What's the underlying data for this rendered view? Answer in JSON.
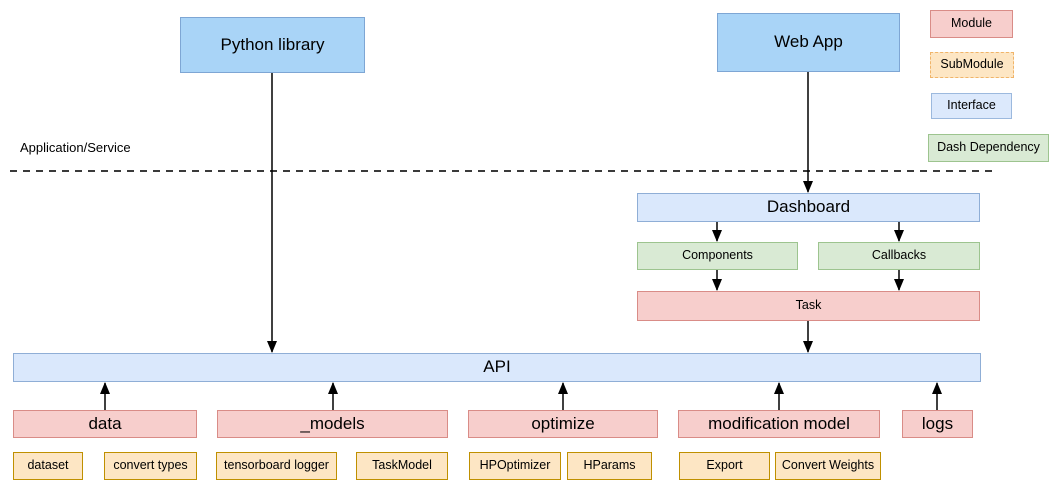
{
  "diagram": {
    "section_label": "Application/Service",
    "apps": [
      {
        "label": "Python library"
      },
      {
        "label": "Web App"
      }
    ],
    "dashboard": {
      "label": "Dashboard"
    },
    "dash_children": [
      {
        "label": "Components"
      },
      {
        "label": "Callbacks"
      }
    ],
    "task": {
      "label": "Task"
    },
    "api": {
      "label": "API"
    },
    "modules": [
      {
        "label": "data"
      },
      {
        "label": "_models"
      },
      {
        "label": "optimize"
      },
      {
        "label": "modification model"
      },
      {
        "label": "logs"
      }
    ],
    "submodules": [
      {
        "label": "dataset"
      },
      {
        "label": "convert types"
      },
      {
        "label": "tensorboard logger"
      },
      {
        "label": "TaskModel"
      },
      {
        "label": "HPOptimizer"
      },
      {
        "label": "HParams"
      },
      {
        "label": "Export"
      },
      {
        "label": "Convert Weights"
      }
    ]
  },
  "legend": {
    "items": [
      {
        "label": "Module"
      },
      {
        "label": "SubModule"
      },
      {
        "label": "Interface"
      },
      {
        "label": "Dash Dependency"
      }
    ]
  },
  "colors": {
    "module_fill": "#F7CECC",
    "module_stroke": "#D98C87",
    "submodule_fill": "#FDE6C4",
    "submodule_stroke": "#BF9000",
    "interface_fill": "#DAE8FC",
    "interface_stroke": "#8FAED6",
    "app_fill": "#A9D4F7",
    "app_stroke": "#7EA6D4",
    "dash_dependency_fill": "#D9EAD4",
    "dash_dependency_stroke": "#9DC48F",
    "connector": "#000000"
  }
}
